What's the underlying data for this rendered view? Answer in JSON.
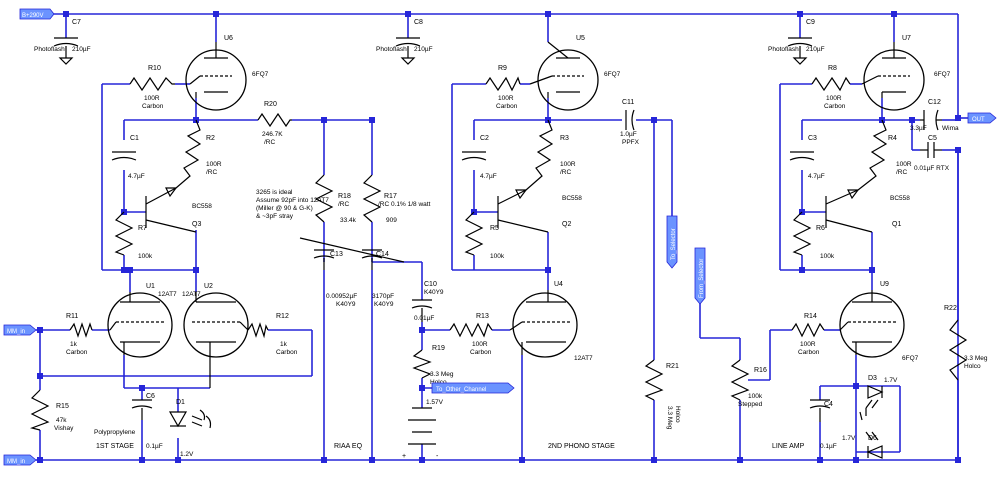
{
  "rail": "B+290V",
  "ports": {
    "mm_in_1": "MM_in",
    "mm_in_2": "MM_in",
    "out": "OUT",
    "to_other_channel": "To_Other_Channel",
    "to_selector": "To_Selector",
    "from_selector": "From_Selector"
  },
  "sections": {
    "first": "1ST STAGE",
    "riaa": "RIAA EQ",
    "second": "2ND PHONO STAGE",
    "line": "LINE AMP"
  },
  "note": [
    "3265 is ideal",
    "Assume 92pF into 12AT7",
    "(Miller @ 90 & G-K)",
    "& ~3pF stray"
  ],
  "tubes": {
    "U6": {
      "ref": "U6",
      "type": "6FQ7"
    },
    "U5": {
      "ref": "U5",
      "type": "6FQ7"
    },
    "U7": {
      "ref": "U7",
      "type": "6FQ7"
    },
    "U1": {
      "ref": "U1",
      "type": "12AT7"
    },
    "U2": {
      "ref": "U2",
      "type": "12AT7"
    },
    "U4": {
      "ref": "U4",
      "type": "12AT7"
    },
    "U9": {
      "ref": "U9",
      "type": "6FQ7"
    }
  },
  "caps": {
    "C7": {
      "ref": "C7",
      "val": "210µF",
      "note": "Photoflash"
    },
    "C8": {
      "ref": "C8",
      "val": "210µF",
      "note": "Photoflash"
    },
    "C9": {
      "ref": "C9",
      "val": "210µF",
      "note": "Photoflash"
    },
    "C1": {
      "ref": "C1",
      "val": "4.7µF"
    },
    "C2": {
      "ref": "C2",
      "val": "4.7µF"
    },
    "C3": {
      "ref": "C3",
      "val": "4.7µF"
    },
    "C11": {
      "ref": "C11",
      "val": "1.0µF",
      "note": "PPFX"
    },
    "C12": {
      "ref": "C12",
      "val": "3.3µF",
      "note": "Wima"
    },
    "C5": {
      "ref": "C5",
      "val": "0.01µF RTX"
    },
    "C13": {
      "ref": "C13",
      "val": "0.00952µF",
      "note": "K40Y9"
    },
    "C14": {
      "ref": "C14",
      "val": "3170pF",
      "note": "K40Y9"
    },
    "C10": {
      "ref": "C10",
      "val": "0.01µF",
      "note": "K40Y9"
    },
    "C6": {
      "ref": "C6",
      "val": "0.1µF",
      "note": "Polypropylene"
    },
    "C4": {
      "ref": "C4",
      "val": "0.1µF"
    }
  },
  "res": {
    "R10": {
      "ref": "R10",
      "val": "100R",
      "note": "Carbon"
    },
    "R9": {
      "ref": "R9",
      "val": "100R",
      "note": "Carbon"
    },
    "R8": {
      "ref": "R8",
      "val": "100R",
      "note": "Carbon"
    },
    "R20": {
      "ref": "R20",
      "val": "246.7K",
      "note": "/RC"
    },
    "R2": {
      "ref": "R2",
      "val": "100R",
      "note": "/RC"
    },
    "R3": {
      "ref": "R3",
      "val": "100R",
      "note": "/RC"
    },
    "R4": {
      "ref": "R4",
      "val": "100R",
      "note": "/RC"
    },
    "R18": {
      "ref": "R18",
      "val": "33.4k",
      "note": "/RC"
    },
    "R17": {
      "ref": "R17",
      "val": "909",
      "note": "/RC 0.1% 1/8 watt"
    },
    "R7": {
      "ref": "R7",
      "val": "100k"
    },
    "R5": {
      "ref": "R5",
      "val": "100k"
    },
    "R6": {
      "ref": "R6",
      "val": "100k"
    },
    "R11": {
      "ref": "R11",
      "val": "1k",
      "note": "Carbon"
    },
    "R12": {
      "ref": "R12",
      "val": "1k",
      "note": "Carbon"
    },
    "R13": {
      "ref": "R13",
      "val": "100R",
      "note": "Carbon"
    },
    "R14": {
      "ref": "R14",
      "val": "100R",
      "note": "Carbon"
    },
    "R15": {
      "ref": "R15",
      "val": "47k",
      "note": "Vishay"
    },
    "R19": {
      "ref": "R19",
      "val": "3.3 Meg",
      "note": "Holco"
    },
    "R21": {
      "ref": "R21",
      "val": "3.3 Meg",
      "note": "Holco"
    },
    "R16": {
      "ref": "R16",
      "val": "100k",
      "note": "Stepped"
    },
    "R22": {
      "ref": "R22",
      "val": "3.3 Meg",
      "note": "Holco"
    }
  },
  "transistors": {
    "Q3": {
      "ref": "Q3",
      "type": "BC558"
    },
    "Q2": {
      "ref": "Q2",
      "type": "BC558"
    },
    "Q1": {
      "ref": "Q1",
      "type": "BC558"
    }
  },
  "diodes": {
    "D1": {
      "ref": "D1",
      "val": "1.2V"
    },
    "D3": {
      "ref": "D3",
      "val": "1.7V"
    },
    "D6": {
      "ref": "D6",
      "val": "1.7V"
    }
  },
  "battery": {
    "val": "1.57V",
    "plus": "+",
    "minus": "-"
  }
}
